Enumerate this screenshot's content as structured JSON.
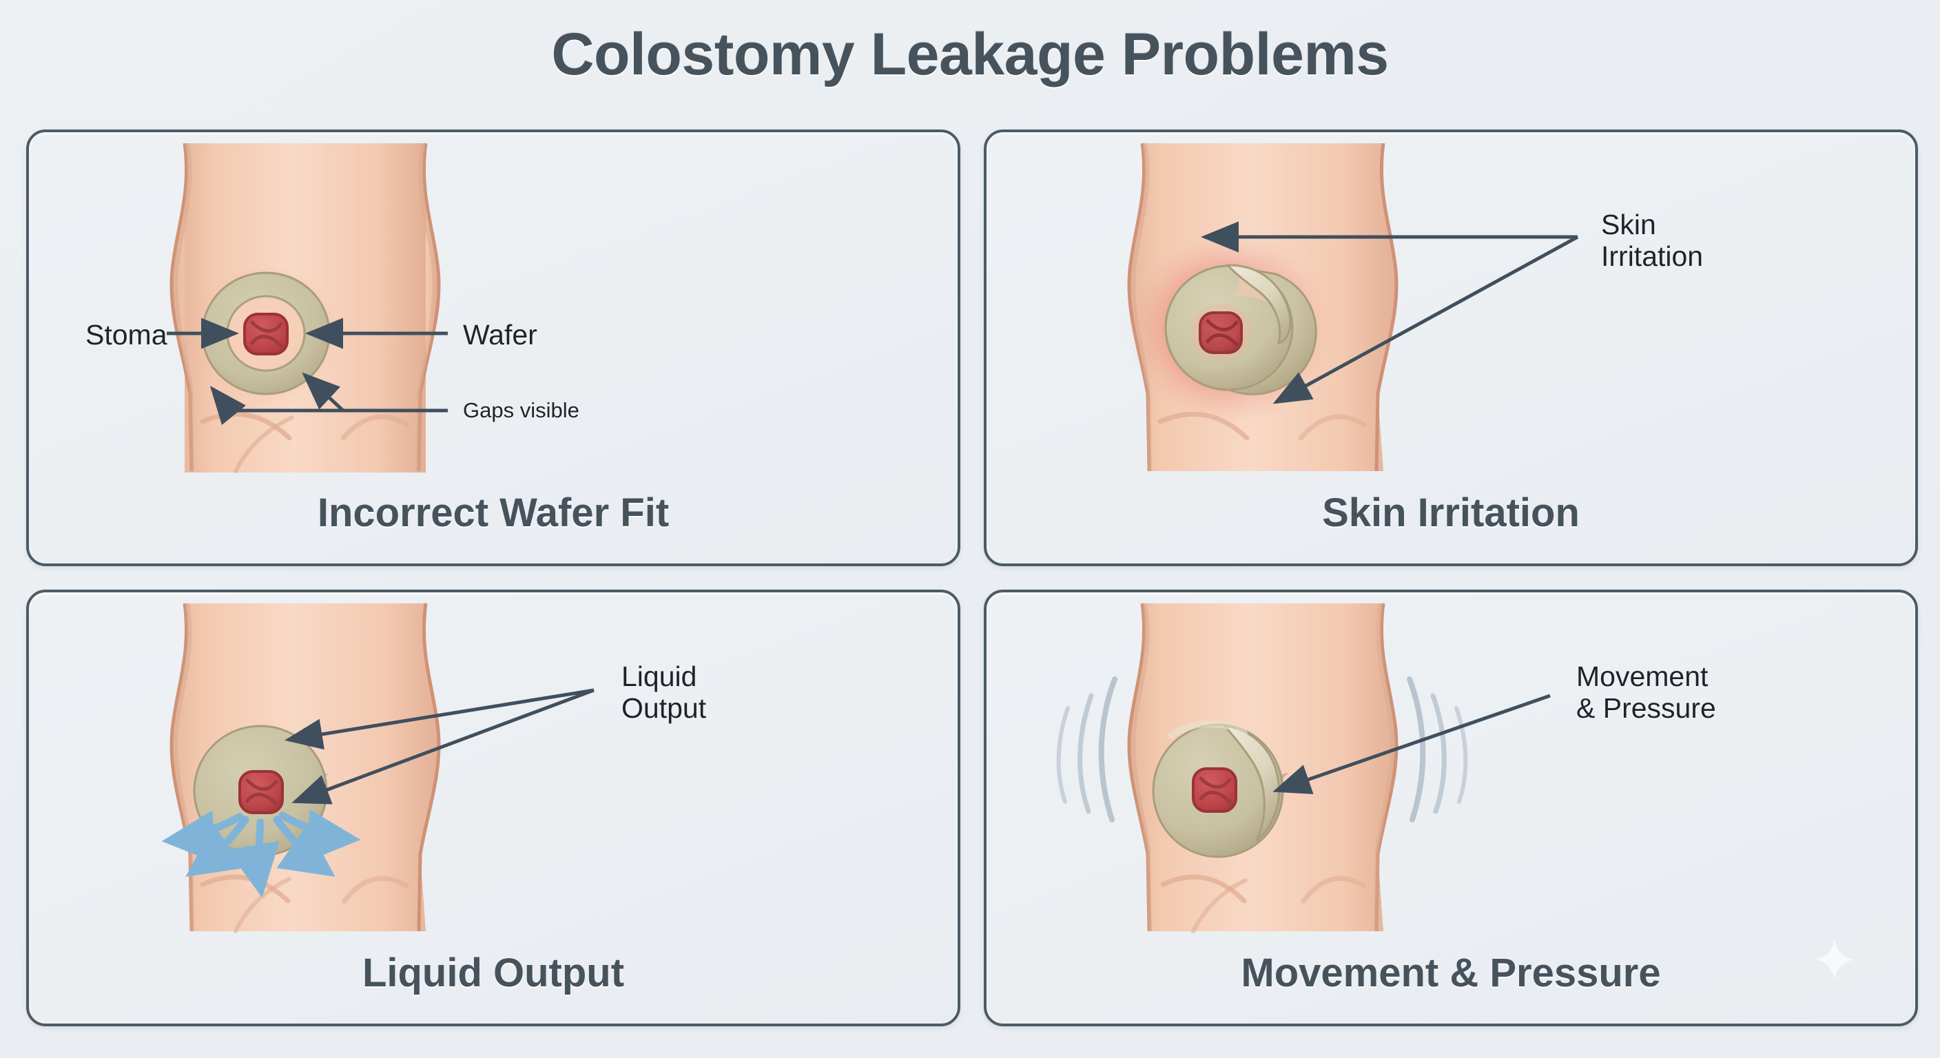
{
  "title": "Colostomy Leakage Problems",
  "colors": {
    "background": "#eaeef2",
    "card_border": "#4d5b66",
    "title_text": "#46535d",
    "label_text": "#1d2429",
    "arrow": "#3f4f5e",
    "skin_light": "#f6d5c0",
    "skin_mid": "#f2c4ab",
    "skin_edge": "#d79e84",
    "wafer": "#c9c3a5",
    "wafer_edge": "#a99f7f",
    "stoma_red": "#c0474c",
    "stoma_dark": "#9b3239",
    "irritation_red": "#e05a55",
    "leak_blue": "#7fb4d8",
    "motion_line": "#b9c4ce",
    "sparkle": "#f7f9fb"
  },
  "panels": [
    {
      "id": "incorrect-wafer-fit",
      "caption": "Incorrect Wafer Fit",
      "labels": [
        {
          "text": "Stoma",
          "size": "normal"
        },
        {
          "text": "Wafer",
          "size": "normal"
        },
        {
          "text": "Gaps visible",
          "size": "small"
        }
      ]
    },
    {
      "id": "skin-irritation",
      "caption": "Skin Irritation",
      "labels": [
        {
          "text": "Skin\nIrritation",
          "size": "normal"
        }
      ]
    },
    {
      "id": "liquid-output",
      "caption": "Liquid Output",
      "labels": [
        {
          "text": "Liquid\nOutput",
          "size": "normal"
        }
      ]
    },
    {
      "id": "movement-pressure",
      "caption": "Movement & Pressure",
      "labels": [
        {
          "text": "Movement\n& Pressure",
          "size": "normal"
        }
      ]
    }
  ],
  "watermark": {
    "icon": "sparkle-icon"
  }
}
